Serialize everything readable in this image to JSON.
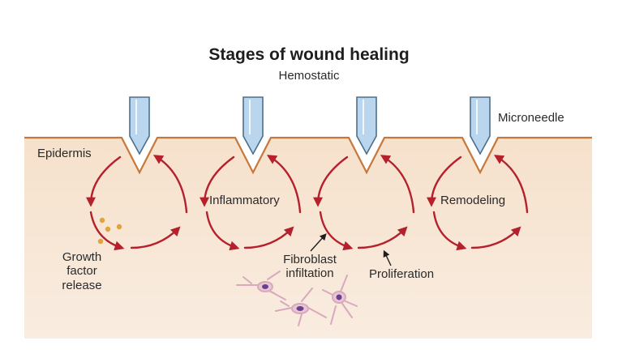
{
  "diagram": {
    "title": "Stages of wound healing",
    "subtitle": "Hemostatic",
    "labels": {
      "microneedle": "Microneedle",
      "epidermis": "Epidermis",
      "growth_factor": "Growth\nfactor\nrelease",
      "inflammatory": "Inflammatory",
      "fibroblast": "Fibroblast\ninfiltation",
      "proliferation": "Proliferation",
      "remodeling": "Remodeling"
    },
    "colors": {
      "skin": "#f6e3cf",
      "skin_line": "#c8773a",
      "arrow": "#b5202d",
      "needle_fill": "#b9d6ee",
      "needle_stroke": "#4d6f8c",
      "particle": "#e0a340",
      "fibroblast": "#d8a9bd",
      "nucleus": "#6b3f8f"
    },
    "icons": [
      "microneedle-icon",
      "cycle-arrow-icon",
      "fibroblast-cell-icon",
      "growth-factor-particle-icon"
    ]
  }
}
